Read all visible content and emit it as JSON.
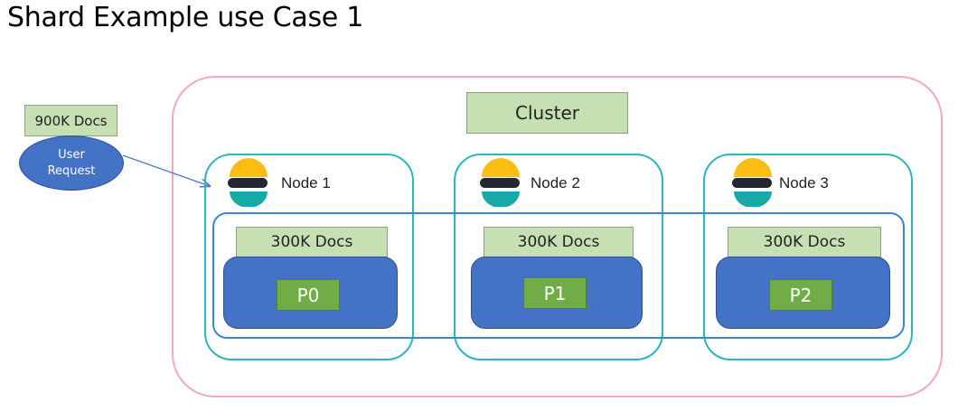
{
  "title": "Shard Example use Case 1",
  "cluster": {
    "label": "Cluster"
  },
  "request": {
    "docs": "900K Docs",
    "line1": "User",
    "line2": "Request"
  },
  "nodes": [
    {
      "label": "Node 1",
      "docs": "300K Docs",
      "shard": "P0"
    },
    {
      "label": "Node 2",
      "docs": "300K Docs",
      "shard": "P1"
    },
    {
      "label": "Node 3",
      "docs": "300K Docs",
      "shard": "P2"
    }
  ],
  "colors": {
    "cluster_border": "#f3a6cb",
    "node_border": "#2bb6bf",
    "index_border": "#3b86cc",
    "shard_fill": "#4472c4",
    "primary_label": "#70ad47",
    "docs_box": "#c6e0b4",
    "logo_yellow": "#fbbd12",
    "logo_dark": "#23272f",
    "logo_teal": "#17a8a8"
  }
}
